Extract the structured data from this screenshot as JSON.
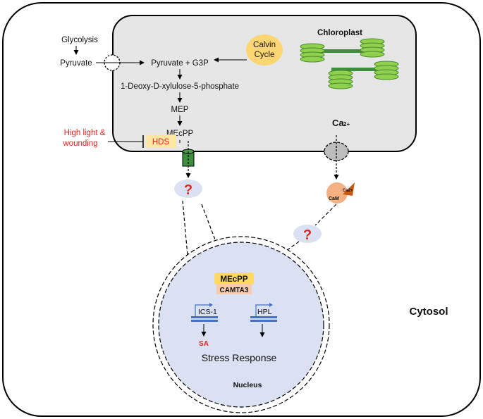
{
  "labels": {
    "glycolysis": "Glycolysis",
    "pyruvate": "Pyruvate",
    "pyruvate_g3p": "Pyruvate + G3P",
    "calvin_line1": "Calvin",
    "calvin_line2": "Cycle",
    "chloroplast": "Chloroplast",
    "dxp": "1-Deoxy-D-xylulose-5-phosphate",
    "mep": "MEP",
    "mecpp": "MEcPP",
    "high_light_line1": "High light &",
    "high_light_line2": "wounding",
    "hds": "HDS",
    "ca_main": "Ca",
    "ca_superscript": "2+",
    "cam": "CaM",
    "cam_ca": "Ca2+",
    "unknown_1": "?",
    "unknown_2": "?",
    "nucleus_mecpp": "MEcPP",
    "camta3": "CAMTA3",
    "ics1": "ICS-1",
    "hpl": "HPL",
    "sa": "SA",
    "stress_response": "Stress Response",
    "nucleus": "Nucleus",
    "cytosol": "Cytosol"
  },
  "colors": {
    "cell_stroke": "#000000",
    "chloroplast_fill": "#e6e6e6",
    "calvin_fill": "#fcd672",
    "thylakoid_fill": "#8fd14f",
    "stroma_lamella": "#3e8e3e",
    "hds_fill": "#fde7a3",
    "unknown_bubble": "#d9e1f2",
    "question_mark": "#e02424",
    "cam_fill": "#f4b183",
    "cam_ca_fill": "#c55a11",
    "nucleus_fill": "#d9e1f2",
    "mecpp_box": "#ffd966",
    "camta3_box": "#f8cbad",
    "gene_blue": "#4472c4",
    "red_text": "#e02424"
  }
}
